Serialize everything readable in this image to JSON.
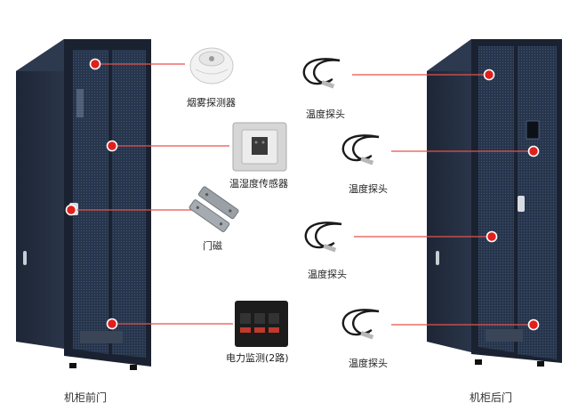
{
  "captions": {
    "front": "机柜前门",
    "rear": "机柜后门"
  },
  "sensors_left": {
    "smoke": "烟雾探测器",
    "temp_humidity": "温湿度传感器",
    "door": "门磁",
    "power": "电力监测(2路)"
  },
  "sensors_right": {
    "probe_1": "温度探头",
    "probe_2": "温度探头",
    "probe_3": "温度探头",
    "probe_4": "温度探头"
  },
  "colors": {
    "callout_line": "#e8524a",
    "callout_dot": "#e0201c",
    "cabinet": "#1c2535"
  }
}
